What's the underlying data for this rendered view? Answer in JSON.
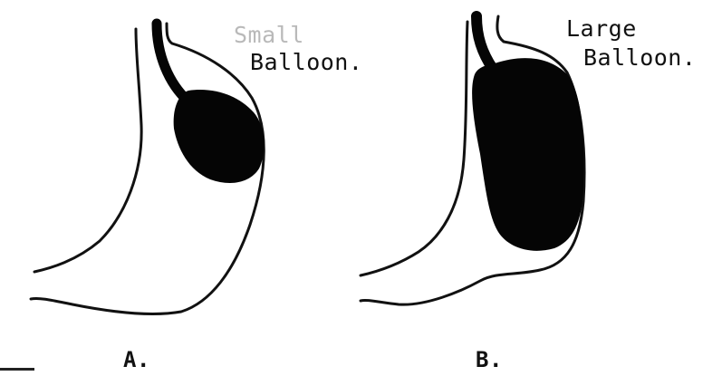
{
  "panels": {
    "a": {
      "caption": "A.",
      "label_line1": "Small",
      "label_line2": "Balloon."
    },
    "b": {
      "caption": "B.",
      "label_line1": "Large",
      "label_line2": "Balloon."
    }
  },
  "colors": {
    "ink": "#111111",
    "faded_ink": "#b9b9b9",
    "balloon_fill": "#050505",
    "background": "#ffffff"
  }
}
